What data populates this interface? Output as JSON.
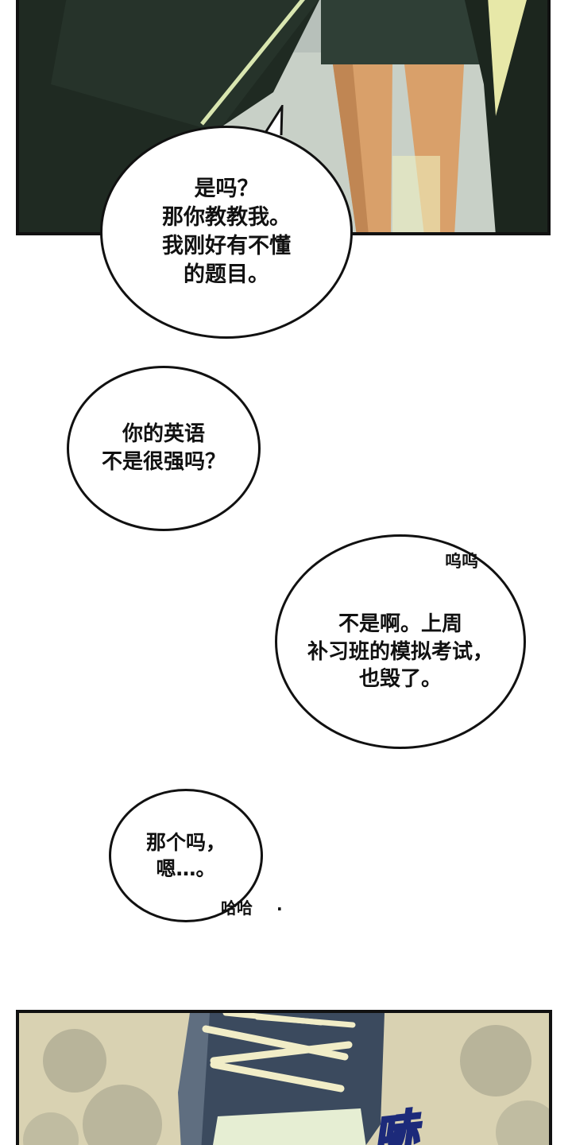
{
  "bubbles": {
    "b1": "是吗？\n那你教教我。\n我刚好有不懂\n的题目。",
    "b2": "你的英语\n不是很强吗？",
    "b3": "不是啊。上周\n补习班的模拟考试，\n也毁了。",
    "b4": "那个吗，\n嗯…。"
  },
  "sfx": {
    "wuwu": "呜呜",
    "haha": "哈哈",
    "dot": ".",
    "chi": "哧"
  }
}
